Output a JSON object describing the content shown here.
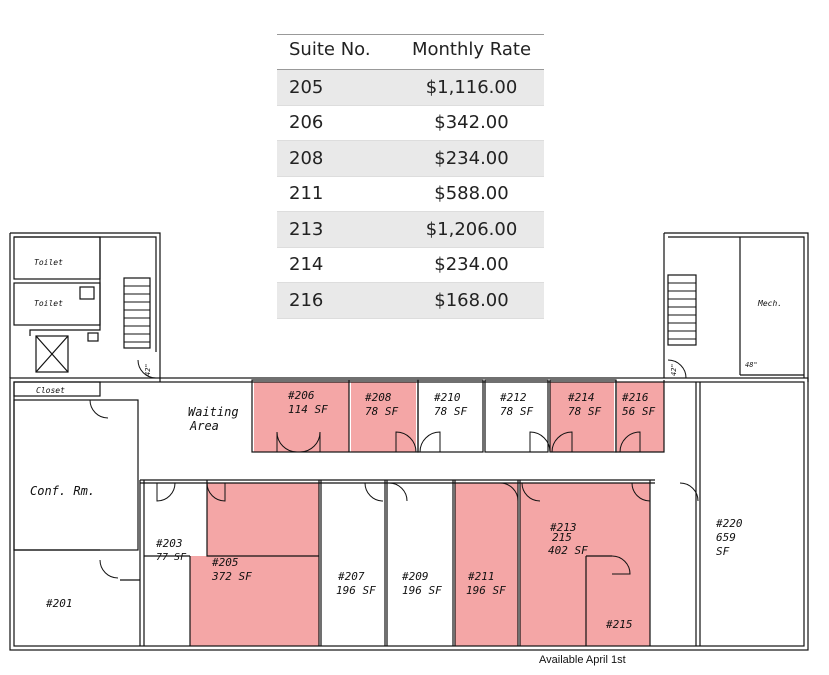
{
  "rate_table": {
    "headers": [
      "Suite No.",
      "Monthly Rate"
    ],
    "rows": [
      {
        "suite": "205",
        "rate": "$1,116.00"
      },
      {
        "suite": "206",
        "rate": "$342.00"
      },
      {
        "suite": "208",
        "rate": "$234.00"
      },
      {
        "suite": "211",
        "rate": "$588.00"
      },
      {
        "suite": "213",
        "rate": "$1,206.00"
      },
      {
        "suite": "214",
        "rate": "$234.00"
      },
      {
        "suite": "216",
        "rate": "$168.00"
      }
    ]
  },
  "floor_plan": {
    "highlight_color": "#f4a6a6",
    "labels": {
      "toilet": "Toilet",
      "closet": "Closet",
      "waiting": "Waiting",
      "area": "Area",
      "conf": "Conf. Rm.",
      "mech": "Mech.",
      "dim_left": "42\"",
      "dim_right": "42\"",
      "dim_mech": "48\""
    },
    "rooms": {
      "r201": "#201",
      "r203a": "#203",
      "r203b": "77 SF",
      "r205a": "#205",
      "r205b": "372 SF",
      "r206a": "#206",
      "r206b": "114 SF",
      "r207a": "#207",
      "r207b": "196 SF",
      "r208a": "#208",
      "r208b": "78 SF",
      "r209a": "#209",
      "r209b": "196 SF",
      "r210a": "#210",
      "r210b": "78 SF",
      "r211a": "#211",
      "r211b": "196 SF",
      "r212a": "#212",
      "r212b": "78 SF",
      "r213a": "#213",
      "r213b": "215",
      "r213c": "402 SF",
      "r214a": "#214",
      "r214b": "78 SF",
      "r215": "#215",
      "r216a": "#216",
      "r216b": "56 SF",
      "r220a": "#220",
      "r220b": "659",
      "r220c": "SF"
    }
  },
  "note": "Available April 1st"
}
